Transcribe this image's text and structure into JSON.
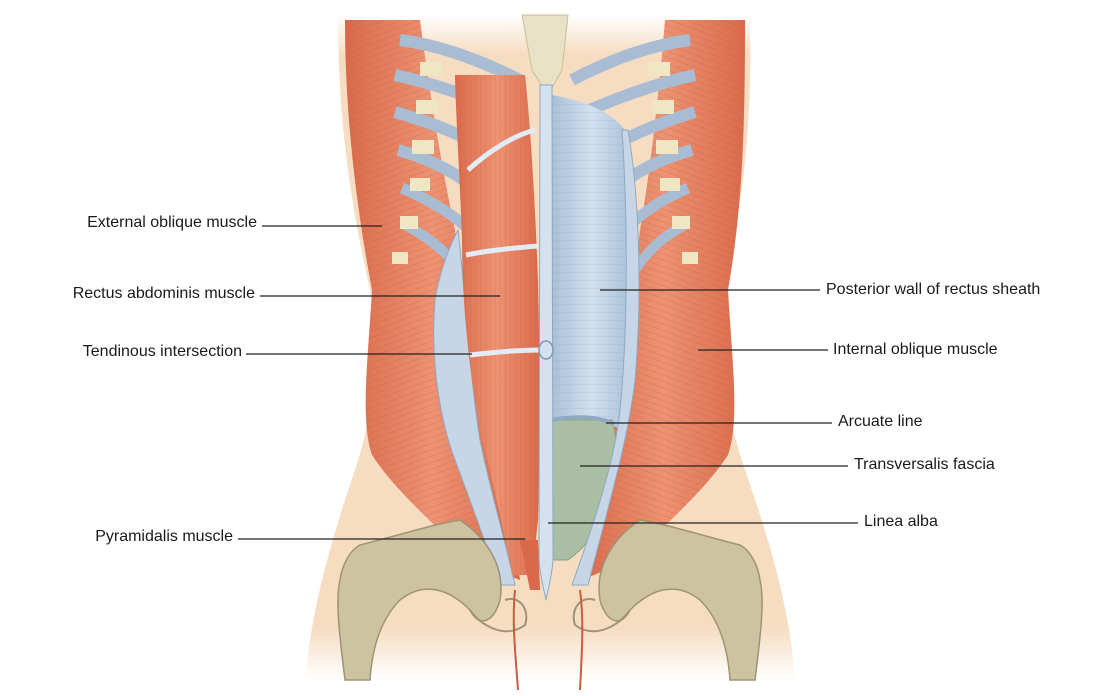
{
  "labels": {
    "external_oblique": "External oblique muscle",
    "rectus_abdominis": "Rectus abdominis muscle",
    "tendinous_intersection": "Tendinous intersection",
    "pyramidalis": "Pyramidalis muscle",
    "posterior_wall": "Posterior wall of rectus sheath",
    "internal_oblique": "Internal oblique muscle",
    "arcuate_line": "Arcuate line",
    "transversalis_fascia": "Transversalis fascia",
    "linea_alba": "Linea alba"
  },
  "colors": {
    "skin": "#f6dcc0",
    "muscle": "#e07a5a",
    "muscle_dark": "#c85e40",
    "fascia_blue": "#b9cde0",
    "fascia_blue_dark": "#8fa9c4",
    "transversalis_green": "#a9bea2",
    "bone": "#cdc3a0",
    "bone_dark": "#9d9476",
    "cartilage": "#efe6c4",
    "leader_line": "#222222"
  }
}
